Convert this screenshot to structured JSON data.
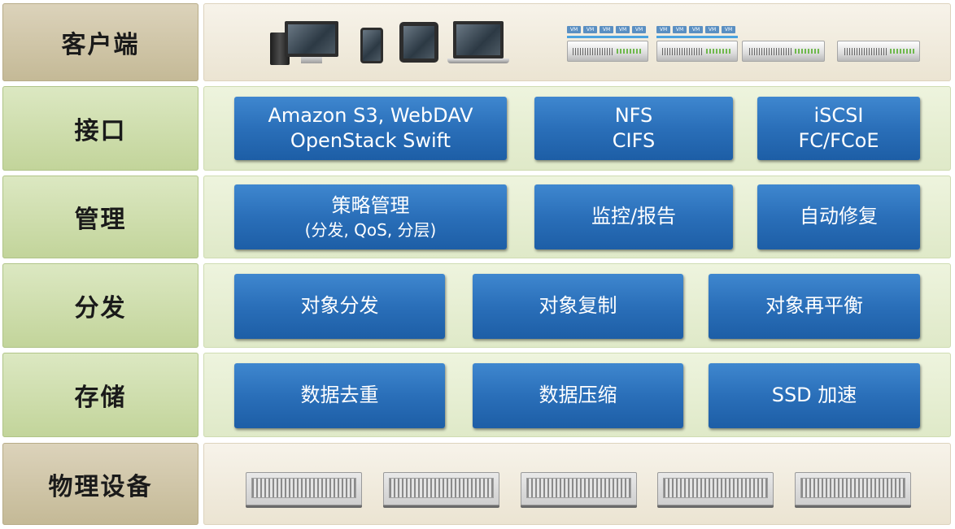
{
  "layers": [
    {
      "label": "客户端"
    },
    {
      "label": "接口",
      "boxes": [
        {
          "line1": "Amazon S3, WebDAV",
          "line2": "OpenStack Swift"
        },
        {
          "line1": "NFS",
          "line2": "CIFS"
        },
        {
          "line1": "iSCSI",
          "line2": "FC/FCoE"
        }
      ]
    },
    {
      "label": "管理",
      "boxes": [
        {
          "line1": "策略管理",
          "line2": "(分发, QoS, 分层)"
        },
        {
          "line1": "监控/报告"
        },
        {
          "line1": "自动修复"
        }
      ]
    },
    {
      "label": "分发",
      "boxes": [
        {
          "line1": "对象分发"
        },
        {
          "line1": "对象复制"
        },
        {
          "line1": "对象再平衡"
        }
      ]
    },
    {
      "label": "存储",
      "boxes": [
        {
          "line1": "数据去重"
        },
        {
          "line1": "数据压缩"
        },
        {
          "line1": "SSD 加速"
        }
      ]
    },
    {
      "label": "物理设备"
    }
  ],
  "vm_chip": "VM",
  "colors": {
    "box_blue": "#2a6fb9",
    "tan_band": "#c4b996",
    "green_band": "#c2d49a"
  }
}
